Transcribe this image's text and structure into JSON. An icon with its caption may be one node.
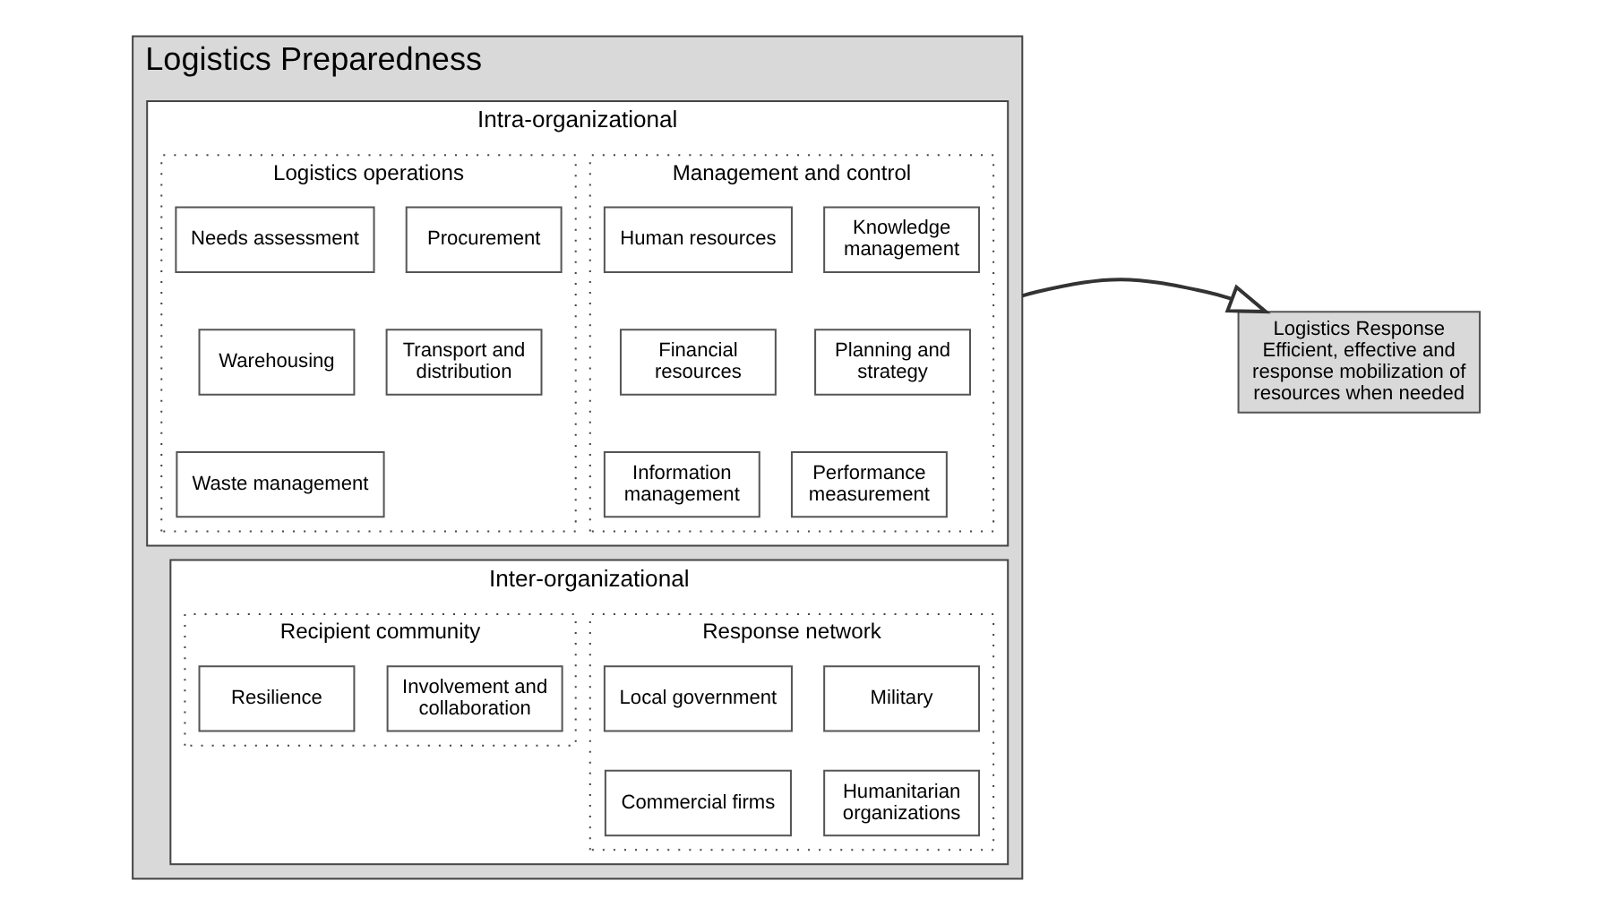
{
  "diagram": {
    "nodes": [
      {
        "text": [
          "Logistics Preparedness"
        ]
      },
      {
        "text": [
          "Intra-organizational"
        ],
        "in": 0
      },
      {
        "text": [
          "Management and control"
        ],
        "in": 1
      },
      {
        "text": [
          "Human resources"
        ],
        "in": 2
      },
      {
        "text": [
          "Knowledge management"
        ],
        "in": 2
      },
      {
        "text": [
          "Financial resources"
        ],
        "in": 2
      },
      {
        "text": [
          "Planning and strategy"
        ],
        "in": 2
      },
      {
        "text": [
          "Information management"
        ],
        "in": 2
      },
      {
        "text": [
          "Performance measurement"
        ],
        "in": 2
      },
      {
        "text": [
          "Logistics operations"
        ],
        "in": 1
      },
      {
        "text": [
          "Needs assessment"
        ],
        "in": 9
      },
      {
        "text": [
          "Procurement"
        ],
        "in": 9
      },
      {
        "text": [
          "Warehousing"
        ],
        "in": 9
      },
      {
        "text": [
          "Transport and distribution"
        ],
        "in": 9
      },
      {
        "text": [
          "Waste management"
        ],
        "in": 9
      },
      {
        "text": [
          "Inter-organizational"
        ],
        "in": 0
      },
      {
        "text": [
          "Recipient community"
        ],
        "in": 15
      },
      {
        "text": [
          "Resilience"
        ],
        "in": 16
      },
      {
        "text": [
          "Involvement and collaboration"
        ],
        "in": 16
      },
      {
        "text": [
          "Response network"
        ],
        "in": 15
      },
      {
        "text": [
          "Local government"
        ],
        "in": 19
      },
      {
        "text": [
          "Military"
        ],
        "in": 19
      },
      {
        "text": [
          "Commercial firms"
        ],
        "in": 19
      },
      {
        "text": [
          "Humanitarian organizations"
        ],
        "in": 19
      },
      {
        "text": [
          "Logistics Response",
          "Efficient, effective and response mobilization of resources when needed"
        ]
      }
    ],
    "edges": [
      {
        "from": 0,
        "to": 24,
        "arrow": "to"
      }
    ]
  }
}
